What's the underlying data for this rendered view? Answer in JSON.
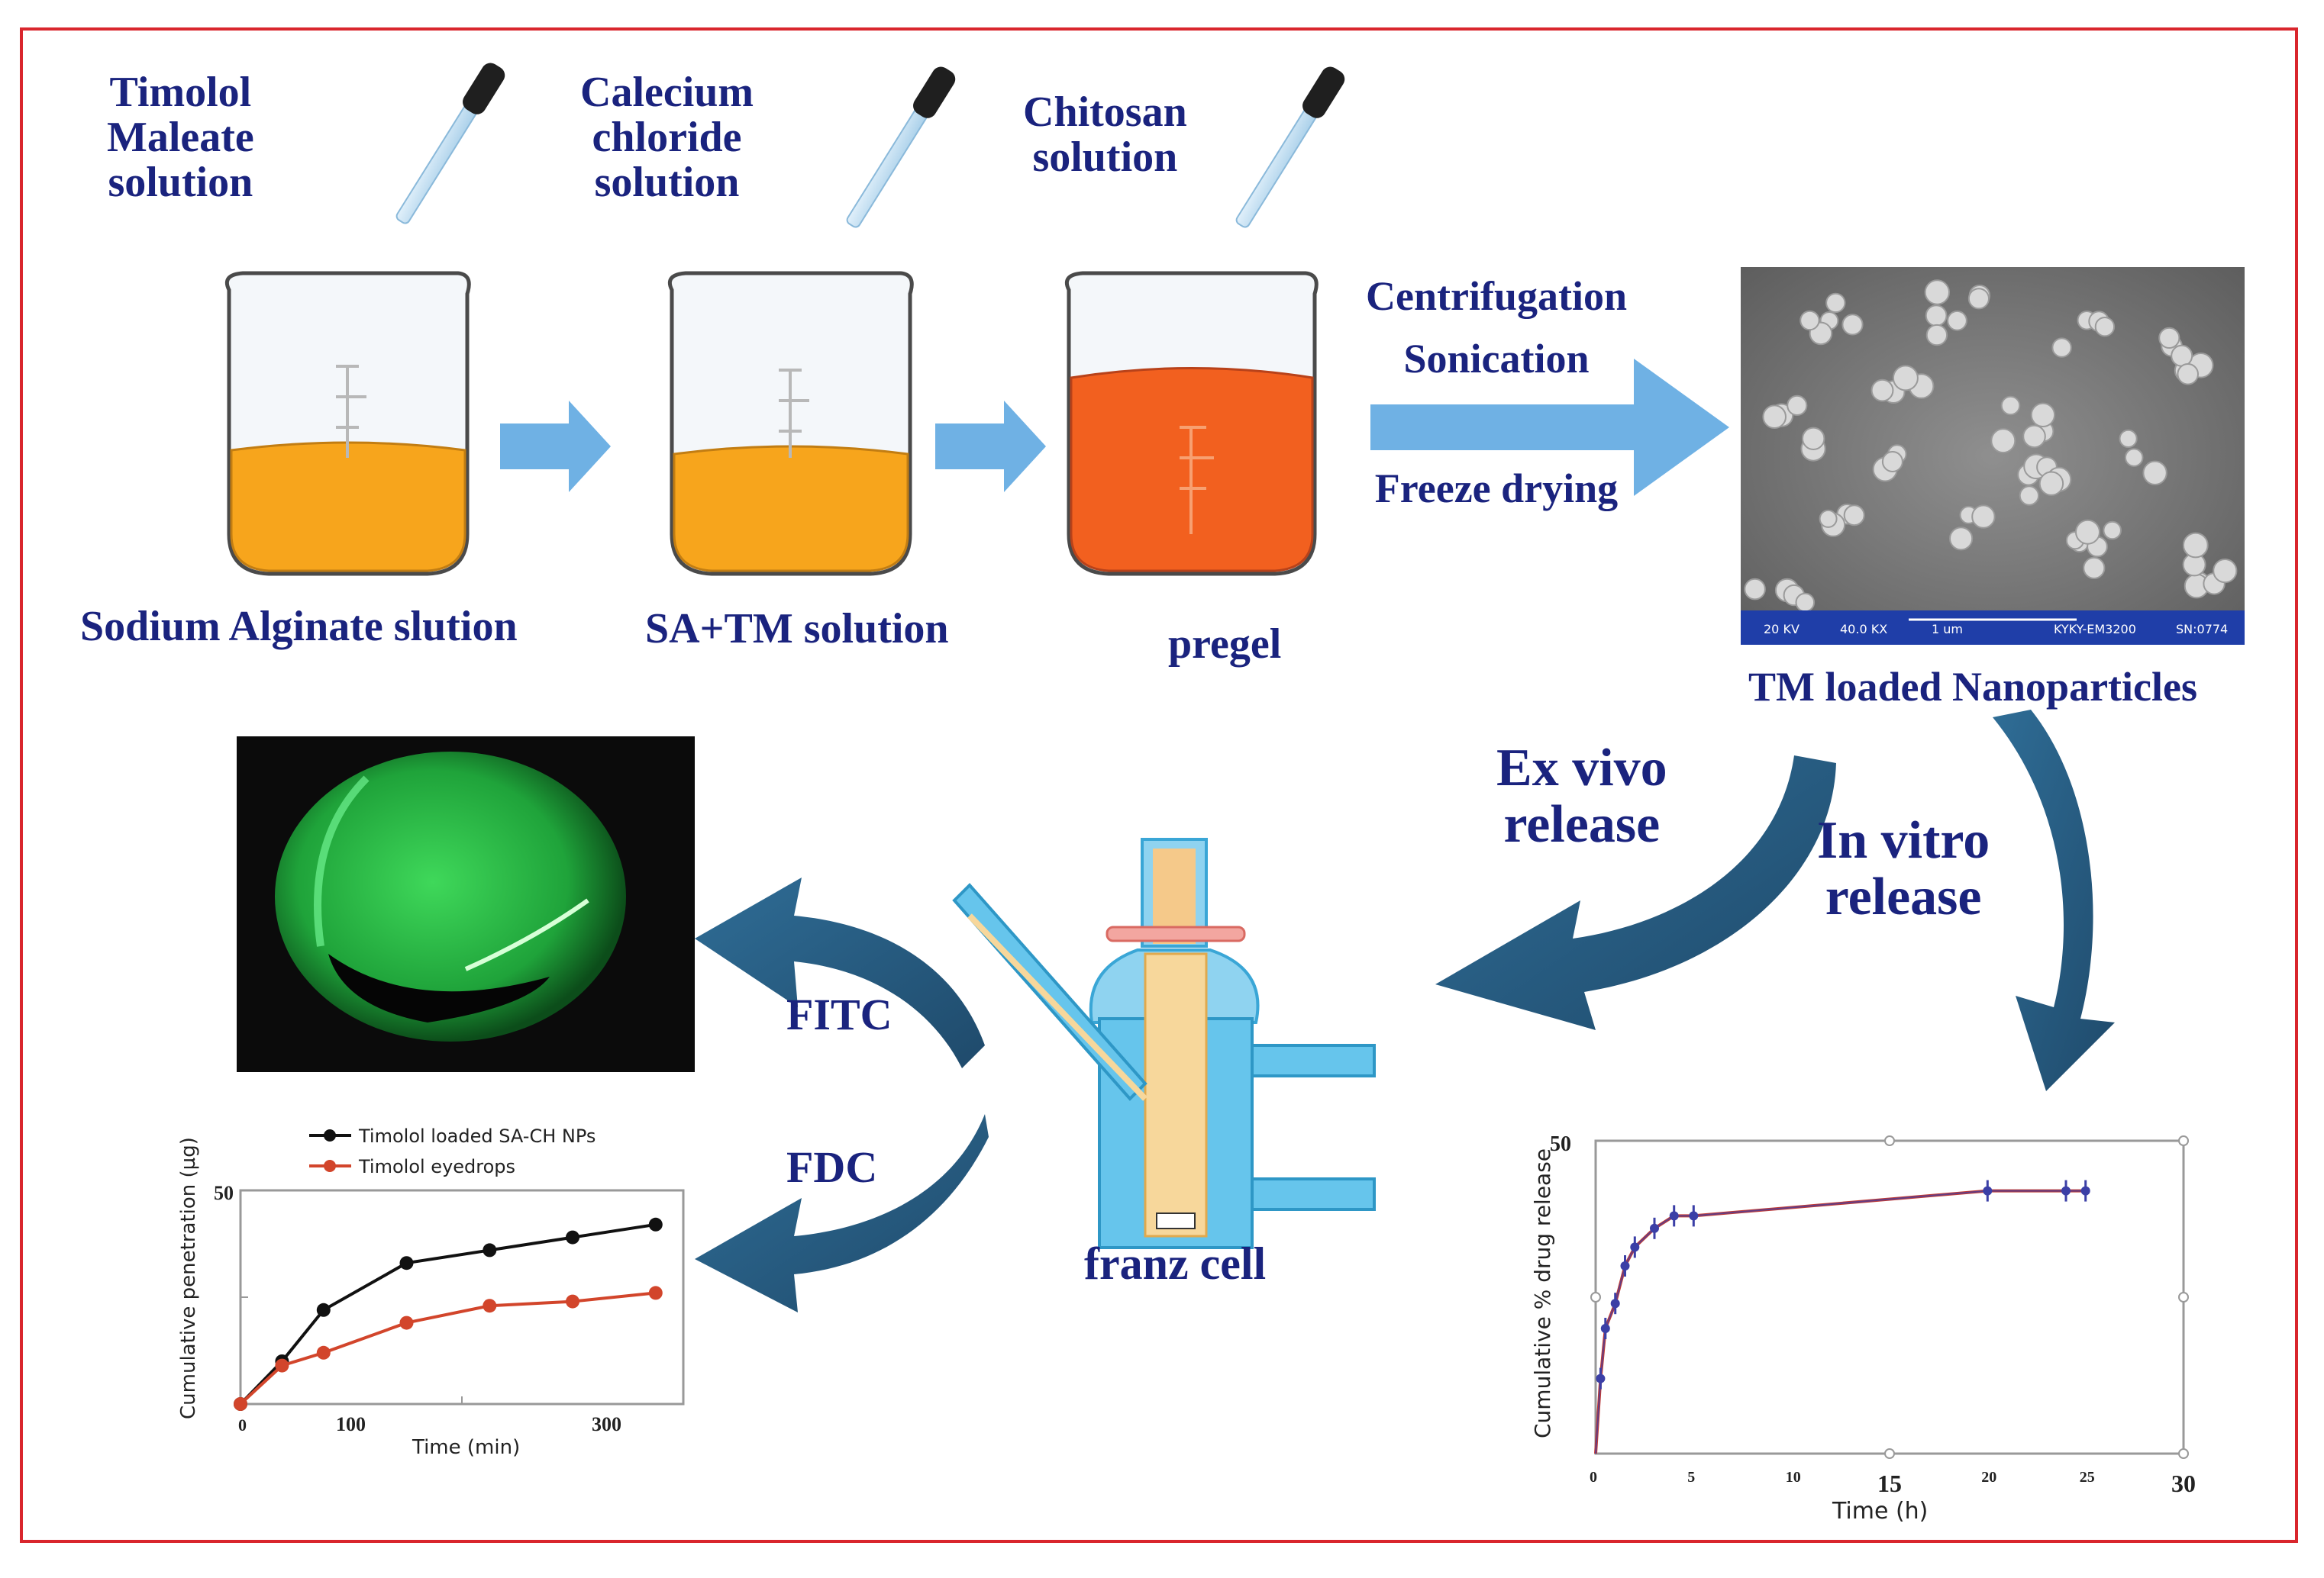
{
  "reagents": [
    {
      "id": "timolol",
      "lines": [
        "Timolol",
        "Maleate",
        "solution"
      ]
    },
    {
      "id": "calcium",
      "lines": [
        "Calecium",
        "chloride",
        "solution"
      ]
    },
    {
      "id": "chitosan",
      "lines": [
        "Chitosan",
        "solution"
      ]
    }
  ],
  "beakers": [
    {
      "label": "Sodium Alginate slution",
      "liquid_color": "#f7a51c"
    },
    {
      "label": "SA+TM solution",
      "liquid_color": "#f7a51c"
    },
    {
      "label": "pregel",
      "liquid_color": "#f2601f"
    }
  ],
  "process_steps": [
    "Centrifugation",
    "Sonication",
    "Freeze drying"
  ],
  "sem": {
    "caption": "TM loaded Nanoparticles",
    "scalebar": [
      "20 KV",
      "40.0 KX",
      "1 um",
      "KYKY-EM3200",
      "SN:0774"
    ]
  },
  "release_labels": {
    "ex_vivo": [
      "Ex vivo",
      "release"
    ],
    "in_vitro": [
      "In vitro",
      "release"
    ]
  },
  "franz_cell": {
    "label": "franz cell"
  },
  "fitc_label": "FITC",
  "fdc_label": "FDC",
  "colors": {
    "arrow_light": "#6fb1e4",
    "arrow_dark": "#2a5f86",
    "label_navy": "#1a237e",
    "frame": "#d9262d"
  },
  "chart_data": [
    {
      "type": "line",
      "xlabel": "Time (min)",
      "ylabel": "Cumulative penetration (µg)",
      "xlim": [
        0,
        320
      ],
      "ylim": [
        0,
        50
      ],
      "xticks": [
        "0",
        "100",
        "300"
      ],
      "yticks": [
        "50"
      ],
      "legend": "top",
      "series": [
        {
          "name": "Timolol loaded SA-CH NPs",
          "color": "#111111",
          "x": [
            0,
            30,
            60,
            120,
            180,
            240,
            300
          ],
          "y": [
            0,
            10,
            22,
            33,
            36,
            39,
            42
          ]
        },
        {
          "name": "Timolol eyedrops",
          "color": "#d2452b",
          "x": [
            0,
            30,
            60,
            120,
            180,
            240,
            300
          ],
          "y": [
            0,
            9,
            12,
            19,
            23,
            24,
            26
          ]
        }
      ]
    },
    {
      "type": "line",
      "xlabel": "Time (h)",
      "ylabel": "Cumulative % drug release",
      "xlim": [
        0,
        30
      ],
      "ylim": [
        0,
        50
      ],
      "xticks": [
        "0",
        "5",
        "10",
        "15",
        "20",
        "25",
        "30"
      ],
      "yticks": [
        "50"
      ],
      "series": [
        {
          "color": "#c23b35",
          "x": [
            0,
            0.25,
            0.5,
            1,
            1.5,
            2,
            3,
            4,
            5,
            20,
            24,
            25
          ],
          "y": [
            0,
            12,
            20,
            24,
            30,
            33,
            36,
            38,
            38,
            42,
            42,
            42
          ]
        }
      ]
    }
  ]
}
